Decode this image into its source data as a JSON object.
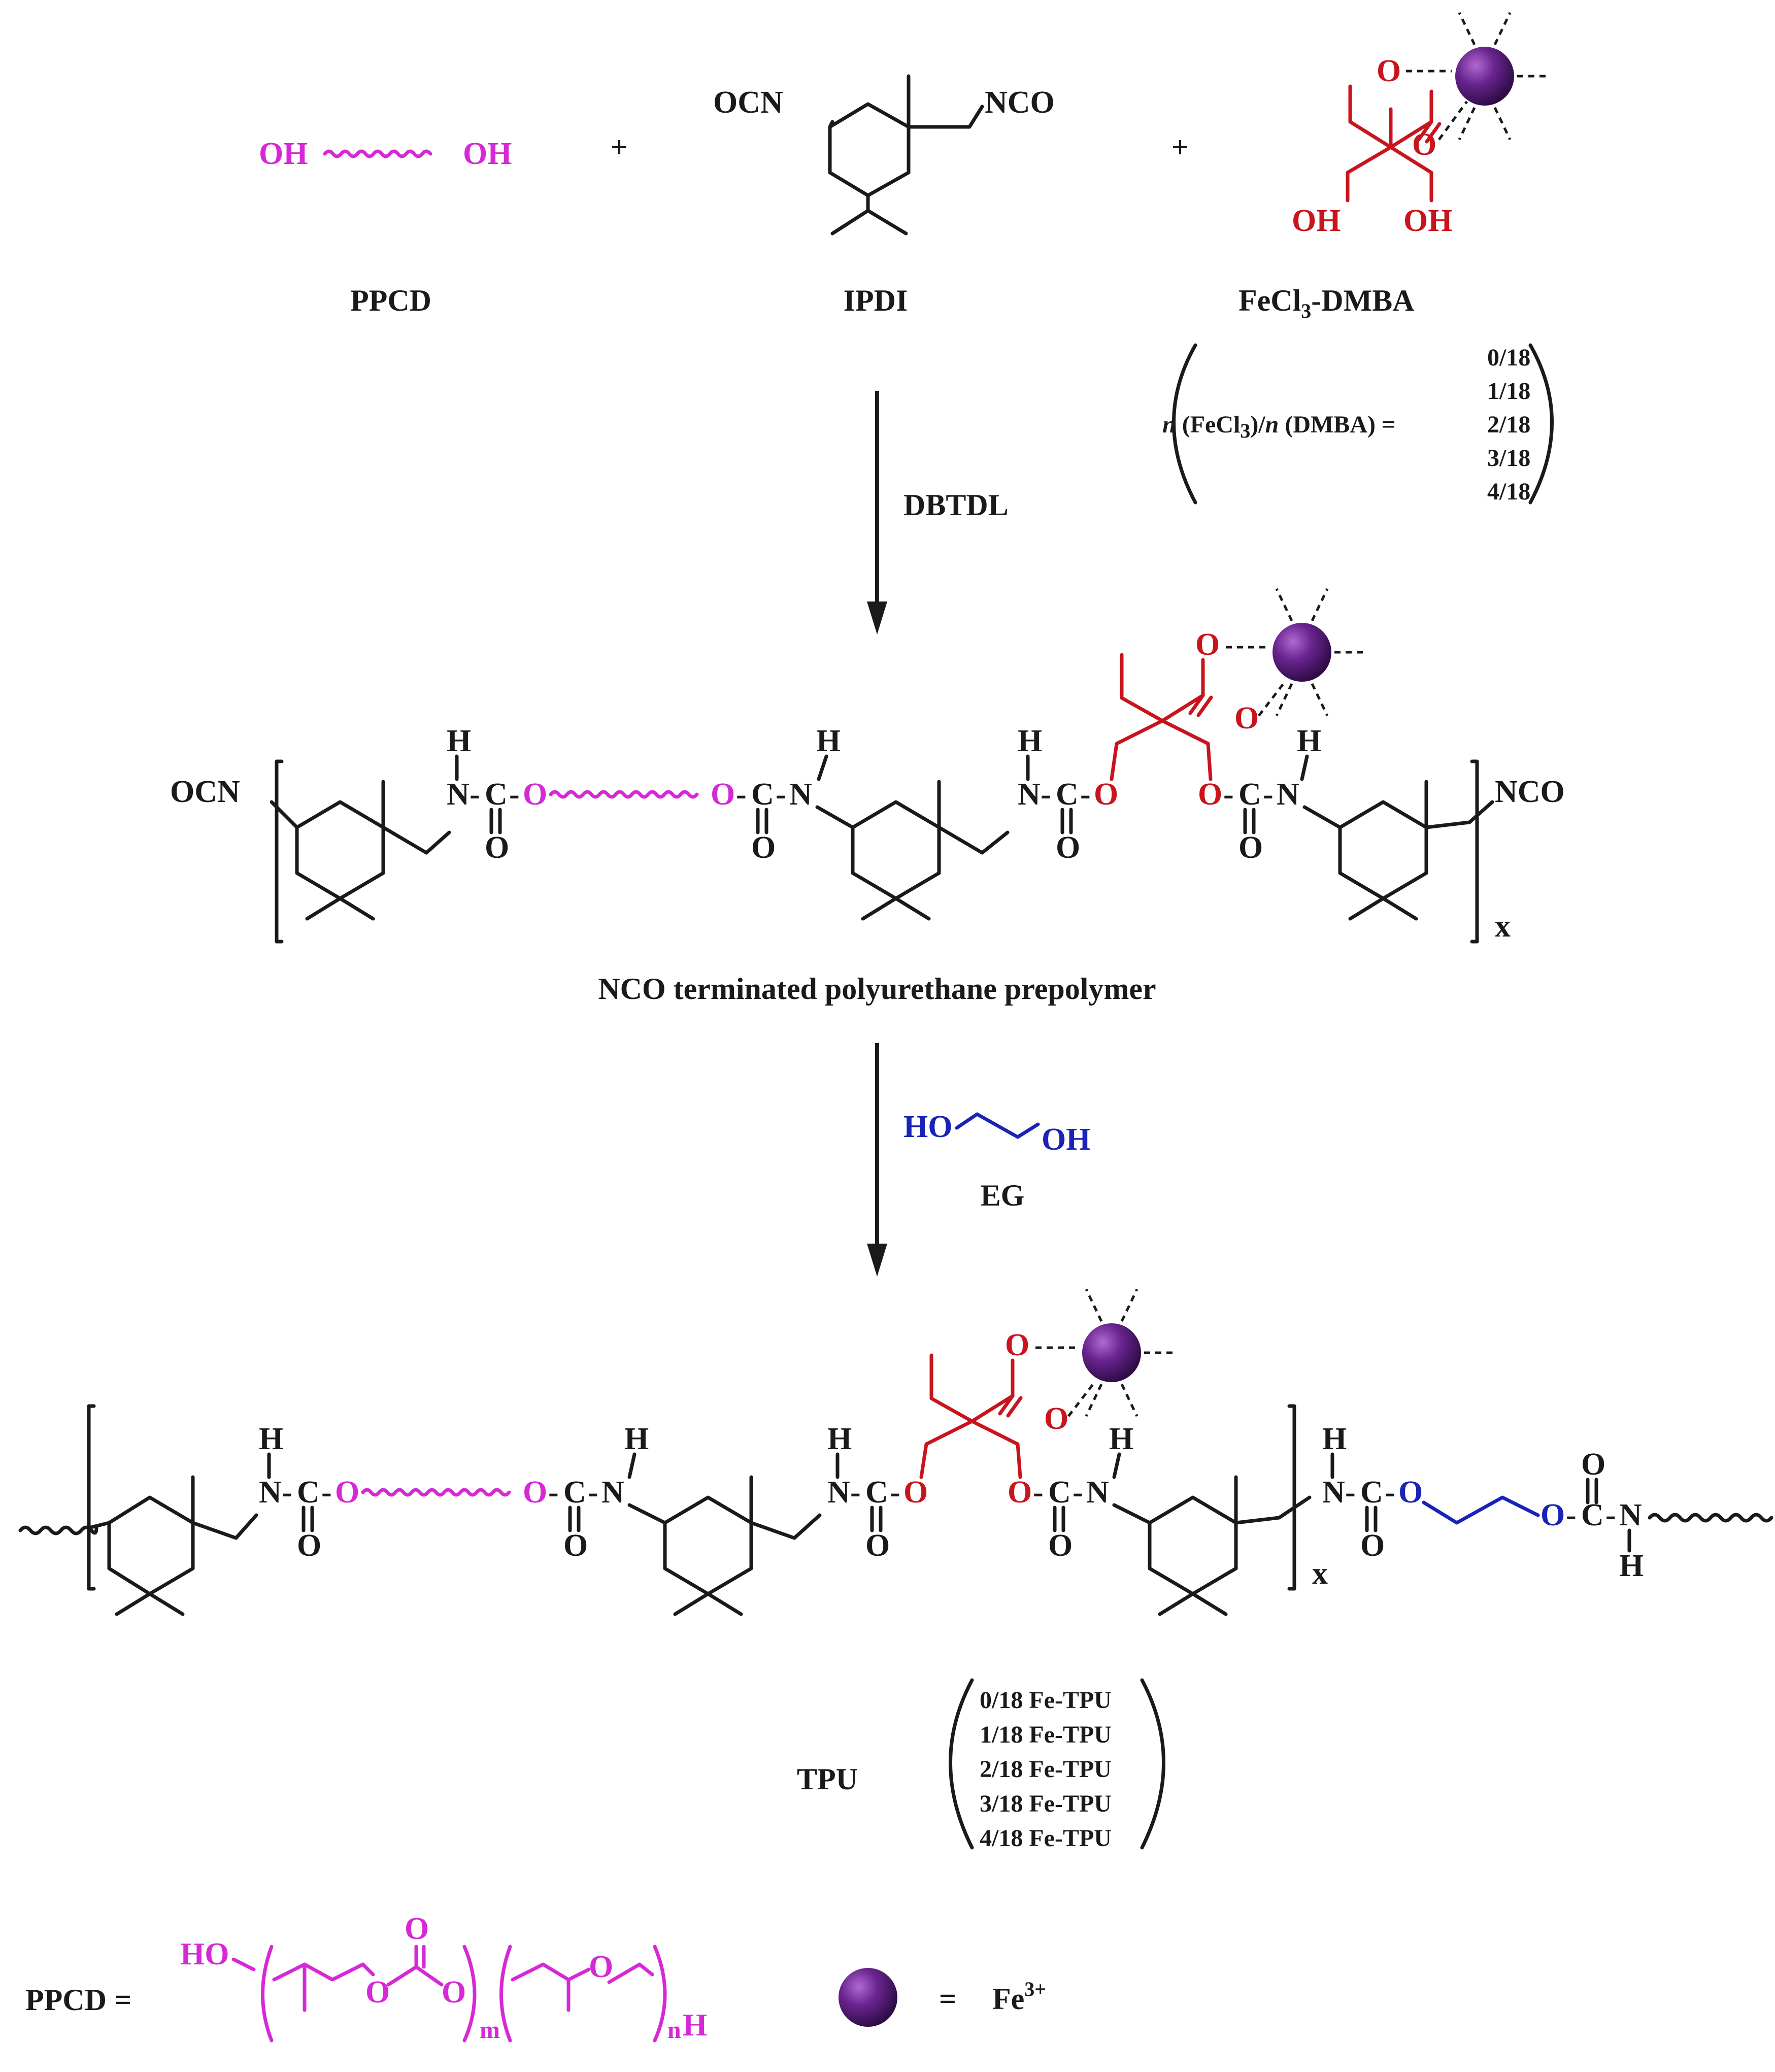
{
  "colors": {
    "black": "#1a1a1a",
    "red_dmba": "#c8141c",
    "magenta_ppcd": "#d629d6",
    "blue_eg": "#1a23b8",
    "fe_sphere": "#5a1f7a"
  },
  "reactants": {
    "ppcd": {
      "left_group": "OH",
      "right_group": "OH",
      "name": "PPCD"
    },
    "plus": "+",
    "ipdi": {
      "ocn": "OCN",
      "nco": "NCO",
      "name": "IPDI"
    },
    "fecl3_dmba": {
      "oh1": "OH",
      "oh2": "OH",
      "o1": "O",
      "o2": "O",
      "name_main": "FeCl",
      "name_sub": "3",
      "name_tail": "-DMBA"
    }
  },
  "ratio": {
    "n1": "n",
    "fecl_part": " (FeCl",
    "fecl_sub": "3",
    "fecl_close": ")/",
    "n2": "n",
    "dmba_part": " (DMBA) =",
    "values": [
      "0/18",
      "1/18",
      "2/18",
      "3/18",
      "4/18"
    ]
  },
  "step1": {
    "catalyst": "DBTDL"
  },
  "prepolymer": {
    "ocn": "OCN",
    "nco": "NCO",
    "h": "H",
    "n": "N",
    "c": "C",
    "o": "O",
    "dash": "-",
    "x": "x",
    "name": "NCO terminated polyurethane prepolymer"
  },
  "step2": {
    "ho": "HO",
    "oh": "OH",
    "name": "EG"
  },
  "tpu": {
    "h": "H",
    "n": "N",
    "c": "C",
    "o": "O",
    "x": "x",
    "name": "TPU",
    "variants": [
      "0/18 Fe-TPU",
      "1/18 Fe-TPU",
      "2/18 Fe-TPU",
      "3/18 Fe-TPU",
      "4/18 Fe-TPU"
    ]
  },
  "legend": {
    "ppcd_label": "PPCD =",
    "ho": "HO",
    "o": "O",
    "m": "m",
    "n": "n",
    "h": "H",
    "equals": "=",
    "fe": "Fe",
    "fe_charge": "3+"
  }
}
